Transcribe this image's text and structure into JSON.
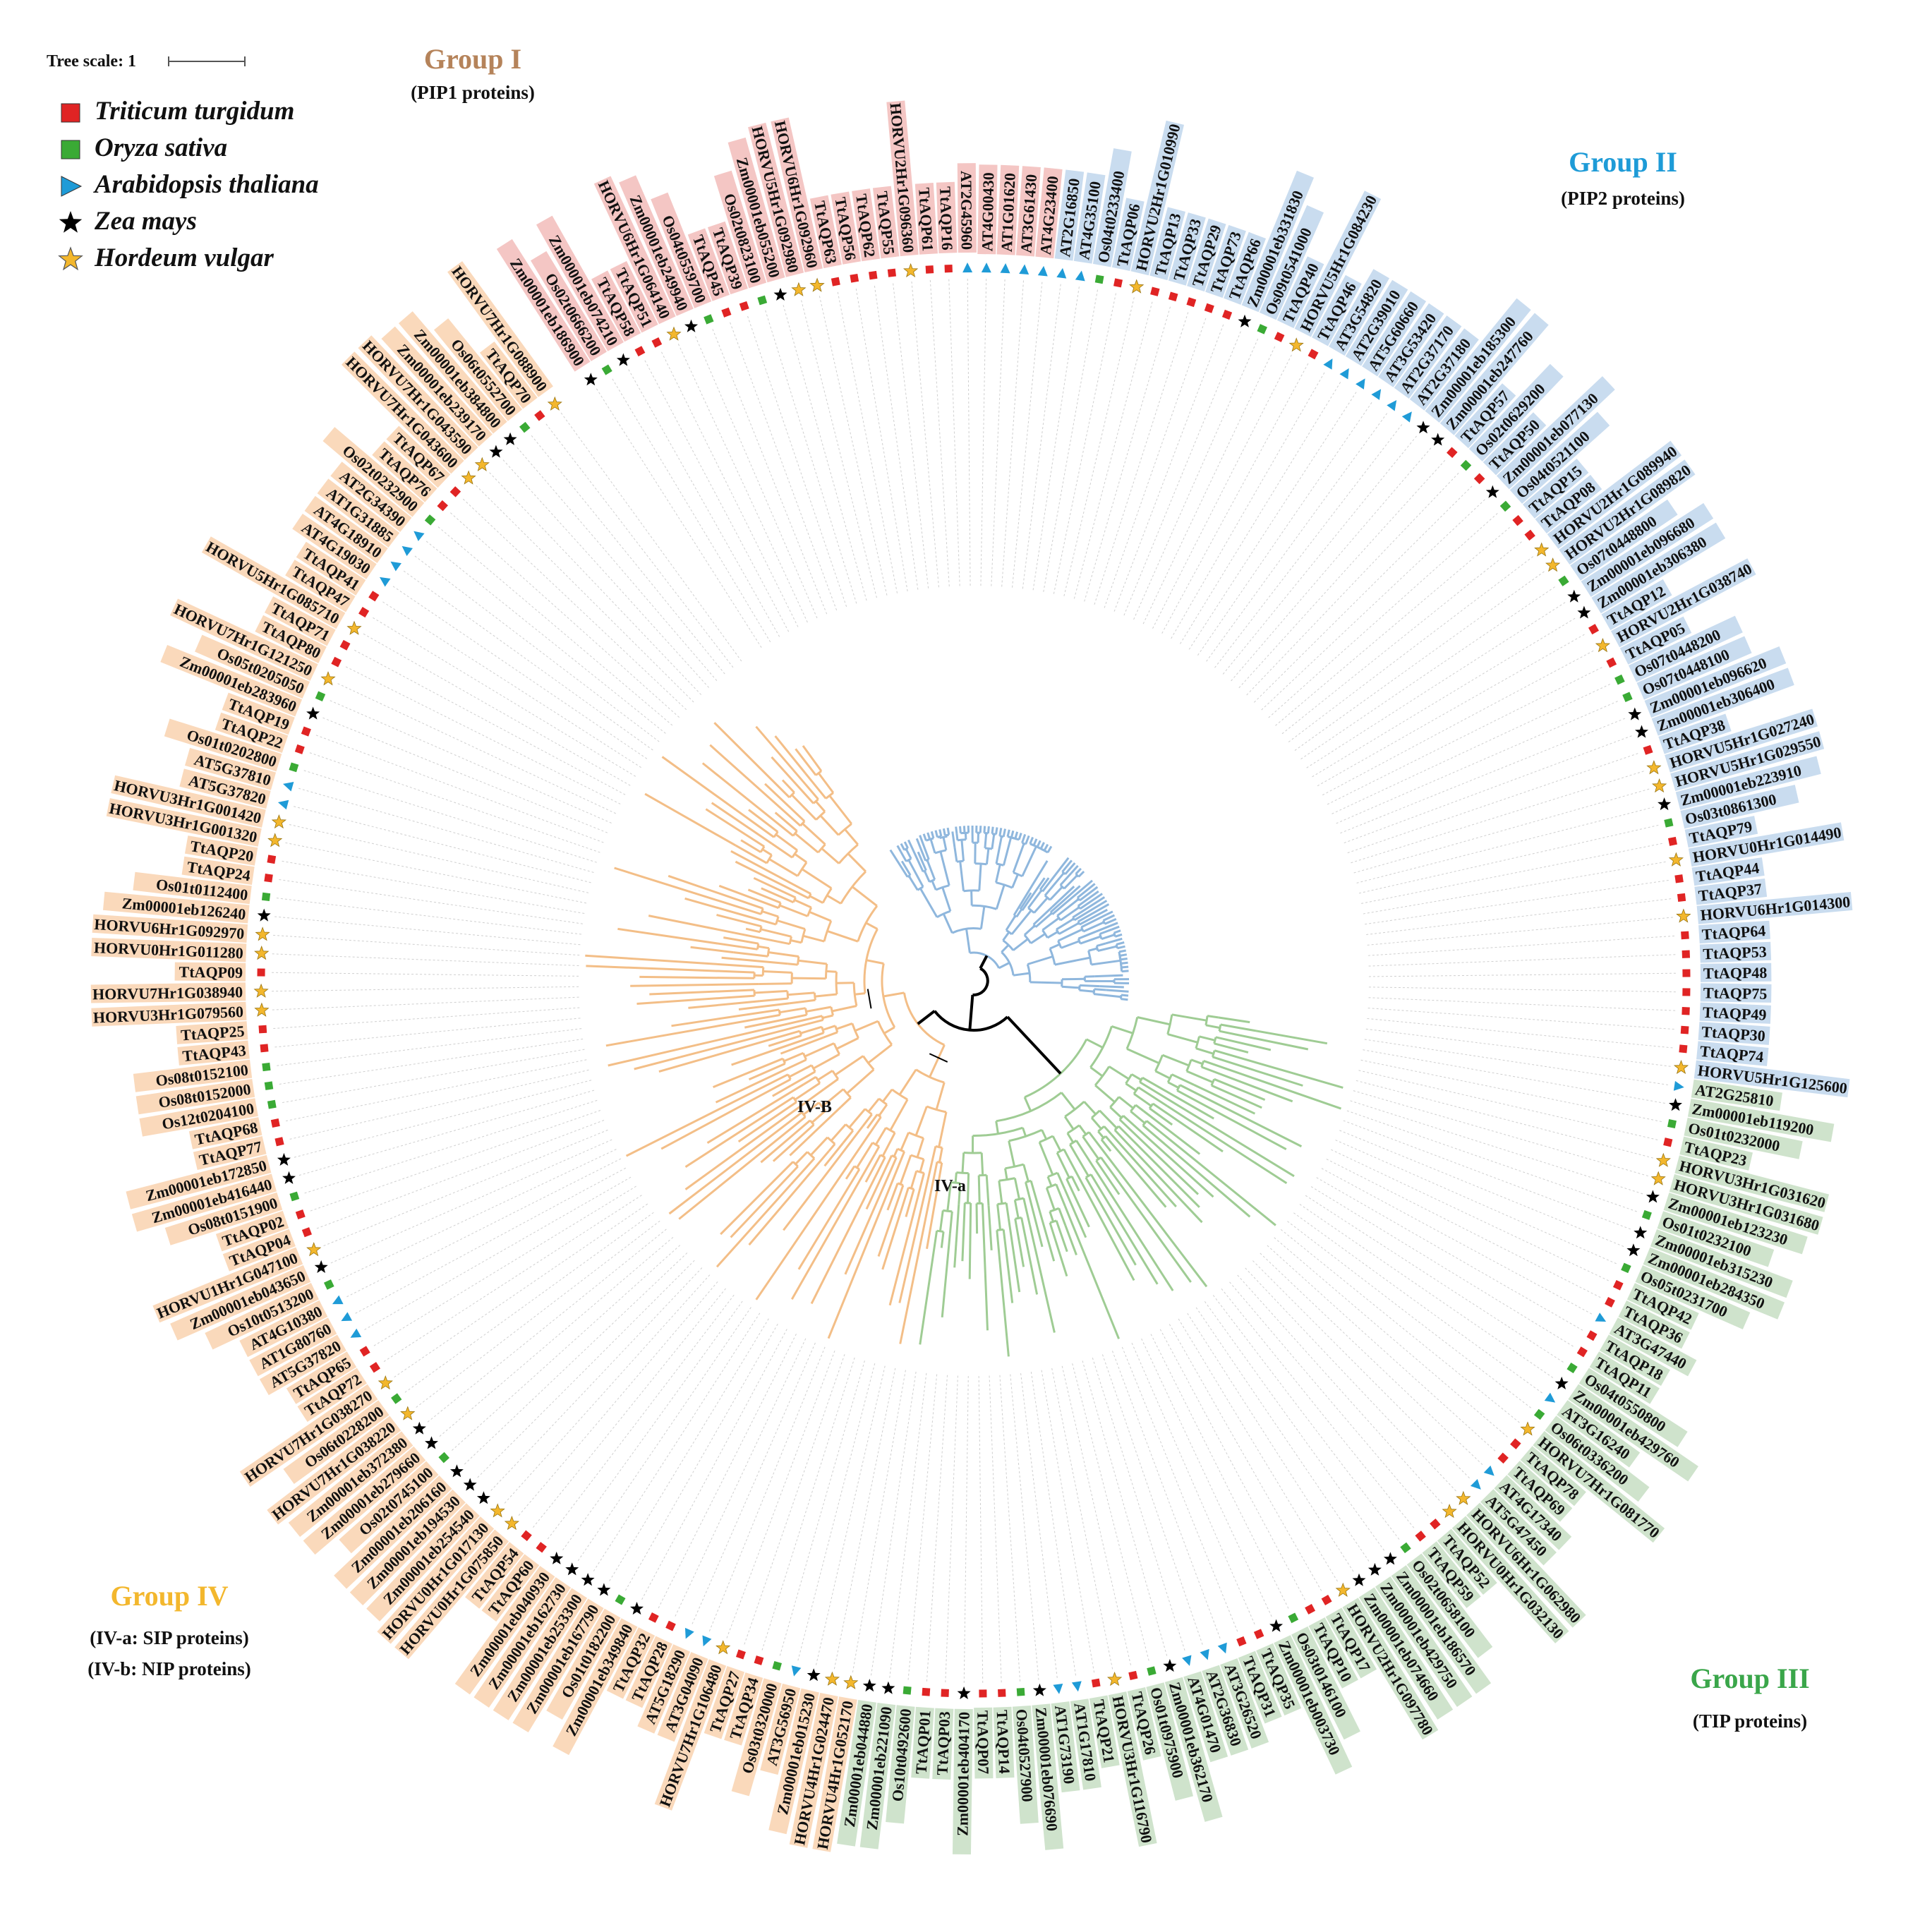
{
  "tree_scale": {
    "label": "Tree scale: 1"
  },
  "legend": [
    {
      "label": "Triticum turgidum",
      "icon": "red-square-icon",
      "color": "#e02424"
    },
    {
      "label": "Oryza sativa",
      "icon": "green-square-icon",
      "color": "#3aaa35"
    },
    {
      "label": "Arabidopsis thaliana",
      "icon": "blue-triangle-icon",
      "color": "#1f9bd7"
    },
    {
      "label": "Zea mays",
      "icon": "black-star-icon",
      "color": "#000000"
    },
    {
      "label": "Hordeum vulgar",
      "icon": "gold-star-icon",
      "color": "#f3b72d"
    }
  ],
  "groups": {
    "g1": {
      "title": "Group I",
      "subtitle": "(PIP1 proteins)",
      "color": "#b5835a",
      "highlight": "#f4c6c4"
    },
    "g2": {
      "title": "Group II",
      "subtitle": "(PIP2 proteins)",
      "color": "#1e9bd7",
      "highlight": "#c9dcef"
    },
    "g3": {
      "title": "Group III",
      "subtitle": "(TIP proteins)",
      "color": "#3aa64a",
      "highlight": "#cfe3cc"
    },
    "g4": {
      "title": "Group IV",
      "subtitle_a": "(IV-a: SIP proteins)",
      "subtitle_b": "(IV-b: NIP proteins)",
      "color": "#f3b72d",
      "highlight": "#fad9bb"
    }
  },
  "clade_labels": {
    "iv_b": "IV-B",
    "iv_a": "IV-a"
  },
  "branch_colors": {
    "g2": "#8fb7dd",
    "g3": "#9fcc94",
    "g4": "#f3be87",
    "backbone": "#000000"
  },
  "leaves": [
    [
      "Zm00001eb186900",
      "z",
      "g1"
    ],
    [
      "Os02t0666200",
      "o",
      "g1"
    ],
    [
      "Zm00001eb074210",
      "z",
      "g1"
    ],
    [
      "TtAQP58",
      "t",
      "g1"
    ],
    [
      "TtAQP51",
      "t",
      "g1"
    ],
    [
      "HORVU6Hr1G064140",
      "h",
      "g1"
    ],
    [
      "Zm00001eb249940",
      "z",
      "g1"
    ],
    [
      "Os04t0559700",
      "o",
      "g1"
    ],
    [
      "TtAQP45",
      "t",
      "g1"
    ],
    [
      "TtAQP39",
      "t",
      "g1"
    ],
    [
      "Os02t0823100",
      "o",
      "g1"
    ],
    [
      "Zm00001eb055200",
      "z",
      "g1"
    ],
    [
      "HORVU5Hr1G092980",
      "h",
      "g1"
    ],
    [
      "HORVU6Hr1G092960",
      "h",
      "g1"
    ],
    [
      "TtAQP63",
      "t",
      "g1"
    ],
    [
      "TtAQP56",
      "t",
      "g1"
    ],
    [
      "TtAQP62",
      "t",
      "g1"
    ],
    [
      "TtAQP55",
      "t",
      "g1"
    ],
    [
      "HORVU2Hr1G096360",
      "h",
      "g1"
    ],
    [
      "TtAQP61",
      "t",
      "g1"
    ],
    [
      "TtAQP16",
      "t",
      "g1"
    ],
    [
      "AT2G45960",
      "a",
      "g1"
    ],
    [
      "AT4G00430",
      "a",
      "g1"
    ],
    [
      "AT1G01620",
      "a",
      "g1"
    ],
    [
      "AT3G61430",
      "a",
      "g1"
    ],
    [
      "AT4G23400",
      "a",
      "g1"
    ],
    [
      "AT2G16850",
      "a",
      "g2"
    ],
    [
      "AT4G35100",
      "a",
      "g2"
    ],
    [
      "Os04t0233400",
      "o",
      "g2"
    ],
    [
      "TtAQP06",
      "t",
      "g2"
    ],
    [
      "HORVU2Hr1G010990",
      "h",
      "g2"
    ],
    [
      "TtAQP13",
      "t",
      "g2"
    ],
    [
      "TtAQP33",
      "t",
      "g2"
    ],
    [
      "TtAQP29",
      "t",
      "g2"
    ],
    [
      "TtAQP73",
      "t",
      "g2"
    ],
    [
      "TtAQP66",
      "t",
      "g2"
    ],
    [
      "Zm00001eb331830",
      "z",
      "g2"
    ],
    [
      "Os09t0541000",
      "o",
      "g2"
    ],
    [
      "TtAQP40",
      "t",
      "g2"
    ],
    [
      "HORVU5Hr1G084230",
      "h",
      "g2"
    ],
    [
      "TtAQP46",
      "t",
      "g2"
    ],
    [
      "AT3G54820",
      "a",
      "g2"
    ],
    [
      "AT2G39010",
      "a",
      "g2"
    ],
    [
      "AT5G60660",
      "a",
      "g2"
    ],
    [
      "AT3G53420",
      "a",
      "g2"
    ],
    [
      "AT2G37170",
      "a",
      "g2"
    ],
    [
      "AT2G37180",
      "a",
      "g2"
    ],
    [
      "Zm00001eb185300",
      "z",
      "g2"
    ],
    [
      "Zm00001eb247760",
      "z",
      "g2"
    ],
    [
      "TtAQP57",
      "t",
      "g2"
    ],
    [
      "Os02t0629200",
      "o",
      "g2"
    ],
    [
      "TtAQP50",
      "t",
      "g2"
    ],
    [
      "Zm00001eb077130",
      "z",
      "g2"
    ],
    [
      "Os04t0521100",
      "o",
      "g2"
    ],
    [
      "TtAQP15",
      "t",
      "g2"
    ],
    [
      "TtAQP08",
      "t",
      "g2"
    ],
    [
      "HORVU2Hr1G089940",
      "h",
      "g2"
    ],
    [
      "HORVU2Hr1G089820",
      "h",
      "g2"
    ],
    [
      "Os07t0448800",
      "o",
      "g2"
    ],
    [
      "Zm00001eb096680",
      "z",
      "g2"
    ],
    [
      "Zm00001eb306380",
      "z",
      "g2"
    ],
    [
      "TtAQP12",
      "t",
      "g2"
    ],
    [
      "HORVU2Hr1G038740",
      "h",
      "g2"
    ],
    [
      "TtAQP05",
      "t",
      "g2"
    ],
    [
      "Os07t0448200",
      "o",
      "g2"
    ],
    [
      "Os07t0448100",
      "o",
      "g2"
    ],
    [
      "Zm00001eb096620",
      "z",
      "g2"
    ],
    [
      "Zm00001eb306400",
      "z",
      "g2"
    ],
    [
      "TtAQP38",
      "t",
      "g2"
    ],
    [
      "HORVU5Hr1G027240",
      "h",
      "g2"
    ],
    [
      "HORVU5Hr1G029550",
      "h",
      "g2"
    ],
    [
      "Zm00001eb223910",
      "z",
      "g2"
    ],
    [
      "Os03t0861300",
      "o",
      "g2"
    ],
    [
      "TtAQP79",
      "t",
      "g2"
    ],
    [
      "HORVU0Hr1G014490",
      "h",
      "g2"
    ],
    [
      "TtAQP44",
      "t",
      "g2"
    ],
    [
      "TtAQP37",
      "t",
      "g2"
    ],
    [
      "HORVU6Hr1G014300",
      "h",
      "g2"
    ],
    [
      "TtAQP64",
      "t",
      "g2"
    ],
    [
      "TtAQP53",
      "t",
      "g2"
    ],
    [
      "TtAQP48",
      "t",
      "g2"
    ],
    [
      "TtAQP75",
      "t",
      "g2"
    ],
    [
      "TtAQP49",
      "t",
      "g2"
    ],
    [
      "TtAQP30",
      "t",
      "g2"
    ],
    [
      "TtAQP74",
      "t",
      "g2"
    ],
    [
      "HORVU5Hr1G125600",
      "h",
      "g2"
    ],
    [
      "AT2G25810",
      "a",
      "g3"
    ],
    [
      "Zm00001eb119200",
      "z",
      "g3"
    ],
    [
      "Os01t0232000",
      "o",
      "g3"
    ],
    [
      "TtAQP23",
      "t",
      "g3"
    ],
    [
      "HORVU3Hr1G031620",
      "h",
      "g3"
    ],
    [
      "HORVU3Hr1G031680",
      "h",
      "g3"
    ],
    [
      "Zm00001eb123230",
      "z",
      "g3"
    ],
    [
      "Os01t0232100",
      "o",
      "g3"
    ],
    [
      "Zm00001eb315230",
      "z",
      "g3"
    ],
    [
      "Zm00001eb284350",
      "z",
      "g3"
    ],
    [
      "Os05t0231700",
      "o",
      "g3"
    ],
    [
      "TtAQP42",
      "t",
      "g3"
    ],
    [
      "TtAQP36",
      "t",
      "g3"
    ],
    [
      "AT3G47440",
      "a",
      "g3"
    ],
    [
      "TtAQP18",
      "t",
      "g3"
    ],
    [
      "TtAQP11",
      "t",
      "g3"
    ],
    [
      "Os04t0550800",
      "o",
      "g3"
    ],
    [
      "Zm00001eb429760",
      "z",
      "g3"
    ],
    [
      "AT3G16240",
      "a",
      "g3"
    ],
    [
      "Os06t0336200",
      "o",
      "g3"
    ],
    [
      "HORVU7Hr1G081770",
      "h",
      "g3"
    ],
    [
      "TtAQP78",
      "t",
      "g3"
    ],
    [
      "TtAQP69",
      "t",
      "g3"
    ],
    [
      "AT4G17340",
      "a",
      "g3"
    ],
    [
      "AT5G47450",
      "a",
      "g3"
    ],
    [
      "HORVU6Hr1G062980",
      "h",
      "g3"
    ],
    [
      "HORVU0Hr1G032130",
      "h",
      "g3"
    ],
    [
      "TtAQP52",
      "t",
      "g3"
    ],
    [
      "TtAQP59",
      "t",
      "g3"
    ],
    [
      "Os02t0658100",
      "o",
      "g3"
    ],
    [
      "Zm00001eb186570",
      "z",
      "g3"
    ],
    [
      "Zm00001eb429750",
      "z",
      "g3"
    ],
    [
      "Zm00001eb074660",
      "z",
      "g3"
    ],
    [
      "HORVU2Hr1G097780",
      "h",
      "g3"
    ],
    [
      "TtAQP17",
      "t",
      "g3"
    ],
    [
      "TtAQP10",
      "t",
      "g3"
    ],
    [
      "Os03t0146100",
      "o",
      "g3"
    ],
    [
      "Zm00001eb003730",
      "z",
      "g3"
    ],
    [
      "TtAQP35",
      "t",
      "g3"
    ],
    [
      "TtAQP31",
      "t",
      "g3"
    ],
    [
      "AT3G26520",
      "a",
      "g3"
    ],
    [
      "AT2G36830",
      "a",
      "g3"
    ],
    [
      "AT4G01470",
      "a",
      "g3"
    ],
    [
      "Zm00001eb362170",
      "z",
      "g3"
    ],
    [
      "Os01t0975900",
      "o",
      "g3"
    ],
    [
      "TtAQP26",
      "t",
      "g3"
    ],
    [
      "HORVU3Hr1G116790",
      "h",
      "g3"
    ],
    [
      "TtAQP21",
      "t",
      "g3"
    ],
    [
      "AT1G17810",
      "a",
      "g3"
    ],
    [
      "AT1G73190",
      "a",
      "g3"
    ],
    [
      "Zm00001eb076690",
      "z",
      "g3"
    ],
    [
      "Os04t0527900",
      "o",
      "g3"
    ],
    [
      "TtAQP14",
      "t",
      "g3"
    ],
    [
      "TtAQP07",
      "t",
      "g3"
    ],
    [
      "Zm00001eb404170",
      "z",
      "g3"
    ],
    [
      "TtAQP03",
      "t",
      "g3"
    ],
    [
      "TtAQP01",
      "t",
      "g3"
    ],
    [
      "Os10t0492600",
      "o",
      "g3"
    ],
    [
      "Zm00001eb221090",
      "z",
      "g3"
    ],
    [
      "Zm00001eb044880",
      "z",
      "g3"
    ],
    [
      "HORVU4Hr1G052170",
      "h",
      "g4"
    ],
    [
      "HORVU4Hr1G024470",
      "h",
      "g4"
    ],
    [
      "Zm00001eb015230",
      "z",
      "g4"
    ],
    [
      "AT3G56950",
      "a",
      "g4"
    ],
    [
      "Os03t0320000",
      "o",
      "g4"
    ],
    [
      "TtAQP34",
      "t",
      "g4"
    ],
    [
      "TtAQP27",
      "t",
      "g4"
    ],
    [
      "HORVU7Hr1G106480",
      "h",
      "g4"
    ],
    [
      "AT3G04090",
      "a",
      "g4"
    ],
    [
      "AT5G18290",
      "a",
      "g4"
    ],
    [
      "TtAQP28",
      "t",
      "g4"
    ],
    [
      "TtAQP32",
      "t",
      "g4"
    ],
    [
      "Zm00001eb349840",
      "z",
      "g4"
    ],
    [
      "Os01t0182200",
      "o",
      "g4"
    ],
    [
      "Zm00001eb167790",
      "z",
      "g4"
    ],
    [
      "Zm00001eb253300",
      "z",
      "g4"
    ],
    [
      "Zm00001eb162730",
      "z",
      "g4"
    ],
    [
      "Zm00001eb040930",
      "z",
      "g4"
    ],
    [
      "TtAQP60",
      "t",
      "g4"
    ],
    [
      "TtAQP54",
      "t",
      "g4"
    ],
    [
      "HORVU0Hr1G075850",
      "h",
      "g4"
    ],
    [
      "HORVU0Hr1G017130",
      "h",
      "g4"
    ],
    [
      "Zm00001eb254540",
      "z",
      "g4"
    ],
    [
      "Zm00001eb194530",
      "z",
      "g4"
    ],
    [
      "Zm00001eb206160",
      "z",
      "g4"
    ],
    [
      "Os02t0745100",
      "o",
      "g4"
    ],
    [
      "Zm00001eb279660",
      "z",
      "g4"
    ],
    [
      "Zm00001eb372380",
      "z",
      "g4"
    ],
    [
      "HORVU7Hr1G038220",
      "h",
      "g4"
    ],
    [
      "Os06t0228200",
      "o",
      "g4"
    ],
    [
      "HORVU7Hr1G038270",
      "h",
      "g4"
    ],
    [
      "TtAQP72",
      "t",
      "g4"
    ],
    [
      "TtAQP65",
      "t",
      "g4"
    ],
    [
      "AT5G37820",
      "a",
      "g4"
    ],
    [
      "AT1G80760",
      "a",
      "g4"
    ],
    [
      "AT4G10380",
      "a",
      "g4"
    ],
    [
      "Os10t0513200",
      "o",
      "g4"
    ],
    [
      "Zm00001eb043650",
      "z",
      "g4"
    ],
    [
      "HORVU1Hr1G047100",
      "h",
      "g4"
    ],
    [
      "TtAQP04",
      "t",
      "g4"
    ],
    [
      "TtAQP02",
      "t",
      "g4"
    ],
    [
      "Os08t0151900",
      "o",
      "g4"
    ],
    [
      "Zm00001eb416440",
      "z",
      "g4"
    ],
    [
      "Zm00001eb172850",
      "z",
      "g4"
    ],
    [
      "TtAQP77",
      "t",
      "g4"
    ],
    [
      "TtAQP68",
      "t",
      "g4"
    ],
    [
      "Os12t0204100",
      "o",
      "g4"
    ],
    [
      "Os08t0152000",
      "o",
      "g4"
    ],
    [
      "Os08t0152100",
      "o",
      "g4"
    ],
    [
      "TtAQP43",
      "t",
      "g4"
    ],
    [
      "TtAQP25",
      "t",
      "g4"
    ],
    [
      "HORVU3Hr1G079560",
      "h",
      "g4"
    ],
    [
      "HORVU7Hr1G038940",
      "h",
      "g4"
    ],
    [
      "TtAQP09",
      "t",
      "g4"
    ],
    [
      "HORVU0Hr1G011280",
      "h",
      "g4"
    ],
    [
      "HORVU6Hr1G092970",
      "h",
      "g4"
    ],
    [
      "Zm00001eb126240",
      "z",
      "g4"
    ],
    [
      "Os01t0112400",
      "o",
      "g4"
    ],
    [
      "TtAQP24",
      "t",
      "g4"
    ],
    [
      "TtAQP20",
      "t",
      "g4"
    ],
    [
      "HORVU3Hr1G001320",
      "h",
      "g4"
    ],
    [
      "HORVU3Hr1G001420",
      "h",
      "g4"
    ],
    [
      "AT5G37820",
      "a",
      "g4"
    ],
    [
      "AT5G37810",
      "a",
      "g4"
    ],
    [
      "Os01t0202800",
      "o",
      "g4"
    ],
    [
      "TtAQP22",
      "t",
      "g4"
    ],
    [
      "TtAQP19",
      "t",
      "g4"
    ],
    [
      "Zm00001eb283960",
      "z",
      "g4"
    ],
    [
      "Os05t0205050",
      "o",
      "g4"
    ],
    [
      "HORVU7Hr1G121250",
      "h",
      "g4"
    ],
    [
      "TtAQP80",
      "t",
      "g4"
    ],
    [
      "TtAQP71",
      "t",
      "g4"
    ],
    [
      "HORVU5Hr1G085710",
      "h",
      "g4"
    ],
    [
      "TtAQP47",
      "t",
      "g4"
    ],
    [
      "TtAQP41",
      "t",
      "g4"
    ],
    [
      "AT4G19030",
      "a",
      "g4"
    ],
    [
      "AT4G18910",
      "a",
      "g4"
    ],
    [
      "AT1G31885",
      "a",
      "g4"
    ],
    [
      "AT2G34390",
      "a",
      "g4"
    ],
    [
      "Os02t0232900",
      "o",
      "g4"
    ],
    [
      "TtAQP76",
      "t",
      "g4"
    ],
    [
      "TtAQP67",
      "t",
      "g4"
    ],
    [
      "HORVU7Hr1G043600",
      "h",
      "g4"
    ],
    [
      "HORVU7Hr1G043590",
      "h",
      "g4"
    ],
    [
      "Zm00001eb239170",
      "z",
      "g4"
    ],
    [
      "Zm00001eb384800",
      "z",
      "g4"
    ],
    [
      "Os06t0552700",
      "o",
      "g4"
    ],
    [
      "TtAQP70",
      "t",
      "g4"
    ],
    [
      "HORVU7Hr1G088900",
      "h",
      "g4"
    ]
  ]
}
